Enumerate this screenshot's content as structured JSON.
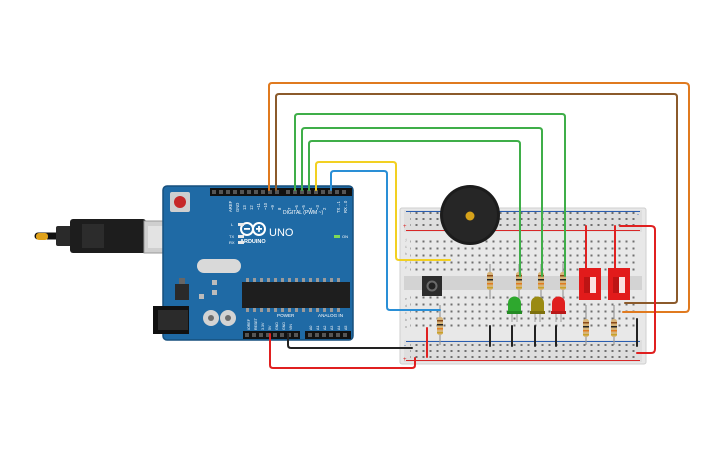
{
  "board": {
    "brand": "ARDUINO",
    "model": "UNO",
    "digital_label": "DIGITAL (PWM ~)",
    "power_label": "POWER",
    "analog_label": "ANALOG IN",
    "aref_label": "AREF",
    "gnd_label": "GND",
    "on_label": "ON",
    "l_label": "L",
    "tx_label": "TX",
    "rx_label": "RX",
    "pin13": "13",
    "pin12": "12",
    "pin11": "~11",
    "pin10": "~10",
    "pin9": "~9",
    "pin8": "8",
    "pin7": "7",
    "pin6": "~6",
    "pin5": "~5",
    "pin4": "4",
    "pin3": "~3",
    "pin2": "2",
    "pin1": "TX→1",
    "pin0": "RX←0",
    "ioref": "IOREF",
    "reset": "RESET",
    "v33": "3.3V",
    "v5": "5V",
    "gnd1": "GND",
    "gnd2": "GND",
    "vin": "VIN",
    "a0": "A0",
    "a1": "A1",
    "a2": "A2",
    "a3": "A3",
    "a4": "A4",
    "a5": "A5"
  },
  "breadboard": {
    "plus_label": "+",
    "minus_label": "-",
    "rows_top": [
      "j",
      "i",
      "h",
      "g",
      "f"
    ],
    "rows_bottom": [
      "e",
      "d",
      "c",
      "b",
      "a"
    ]
  },
  "colors": {
    "board": "#1f6aa5",
    "wire_orange": "#e07a1f",
    "wire_brown": "#8b5a2b",
    "wire_green": "#3fae49",
    "wire_yellow": "#f2d022",
    "wire_blue": "#2a8fd6",
    "wire_red": "#e02020",
    "wire_black": "#222222",
    "led_green": "#2ea82e",
    "led_yellow": "#9a8a12",
    "led_red": "#e02020",
    "switch": "#e21b1b"
  }
}
